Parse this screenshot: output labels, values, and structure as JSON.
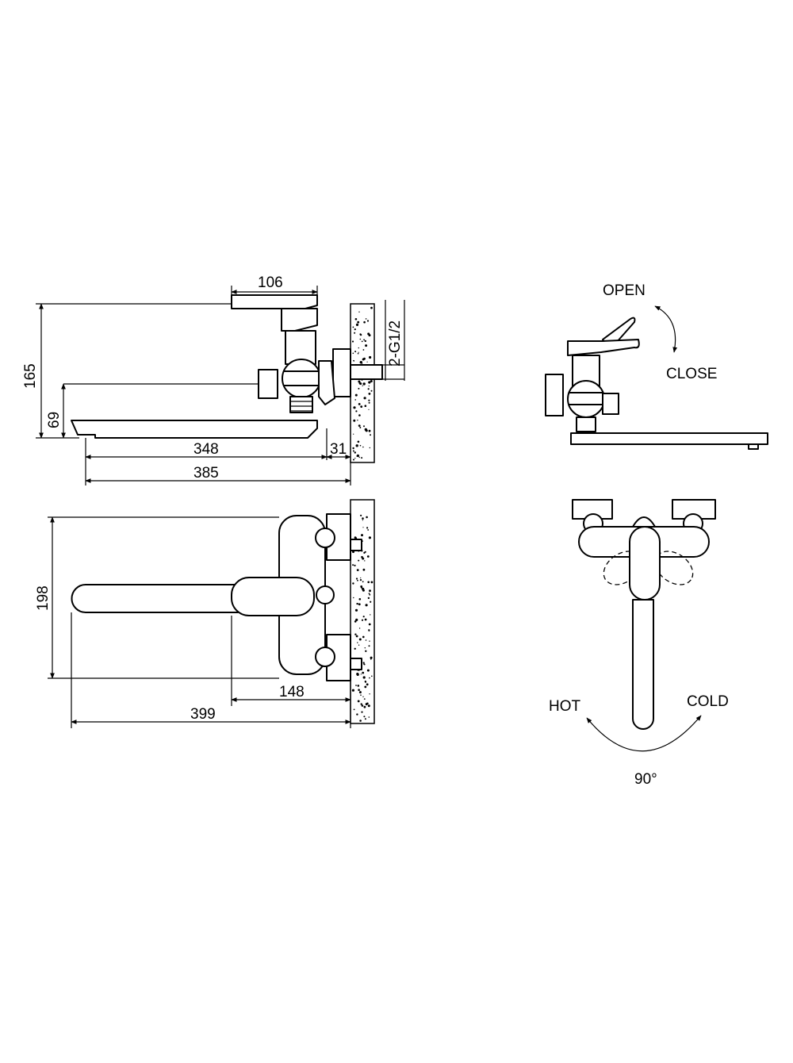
{
  "side_view": {
    "dim_top_width": "106",
    "dim_total_height": "165",
    "dim_spout_height": "69",
    "dim_thread": "2-G1/2",
    "dim_spout_reach": "348",
    "dim_wall_offset": "31",
    "dim_total_length": "385"
  },
  "top_view": {
    "dim_width": "198",
    "dim_body_length": "148",
    "dim_total_length": "399"
  },
  "lever_view": {
    "open_label": "OPEN",
    "close_label": "CLOSE"
  },
  "front_view": {
    "hot_label": "HOT",
    "cold_label": "COLD",
    "angle_label": "90°"
  }
}
